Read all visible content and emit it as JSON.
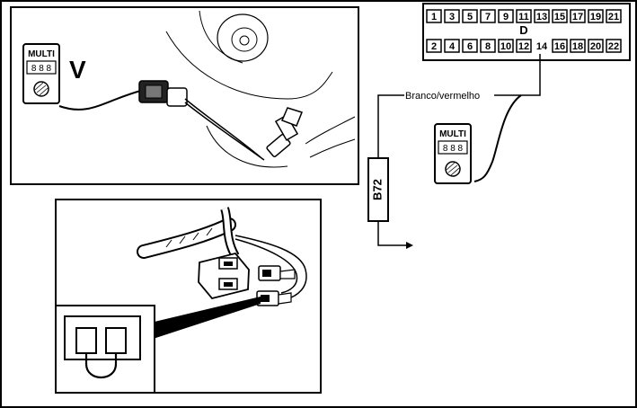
{
  "multimeter_label": "MULTI",
  "multimeter_display": "8 8 8",
  "voltage_symbol": "V",
  "connector": {
    "block_letter": "D",
    "top_row_pins": [
      "1",
      "3",
      "5",
      "7",
      "9",
      "11",
      "13",
      "15",
      "17",
      "19",
      "21"
    ],
    "bottom_row_pins": [
      "2",
      "4",
      "6",
      "8",
      "10",
      "12",
      "14",
      "16",
      "18",
      "20",
      "22"
    ],
    "highlighted_pin": "14"
  },
  "wire_label": "Branco/vermelho",
  "component_label": "B72",
  "colors": {
    "ink": "#000000",
    "paper": "#ffffff",
    "frame": "#1a1a1a"
  }
}
